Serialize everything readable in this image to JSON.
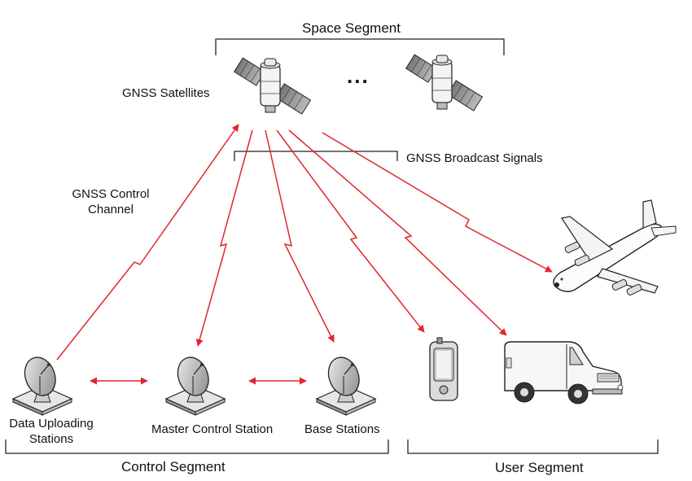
{
  "labels": {
    "space_segment": "Space Segment",
    "gnss_satellites": "GNSS Satellites",
    "ellipsis": "...",
    "broadcast_signals": "GNSS Broadcast Signals",
    "control_channel_line1": "GNSS Control",
    "control_channel_line2": "Channel",
    "data_uploading_line1": "Data Uploading",
    "data_uploading_line2": "Stations",
    "master_control": "Master Control Station",
    "base_stations": "Base Stations",
    "control_segment": "Control Segment",
    "user_segment": "User Segment"
  },
  "colors": {
    "signal": "#e0262e",
    "line": "#222222",
    "text": "#111111"
  },
  "icons": [
    "satellite-icon",
    "ground-antenna-icon",
    "airplane-icon",
    "handheld-receiver-icon",
    "van-icon"
  ]
}
